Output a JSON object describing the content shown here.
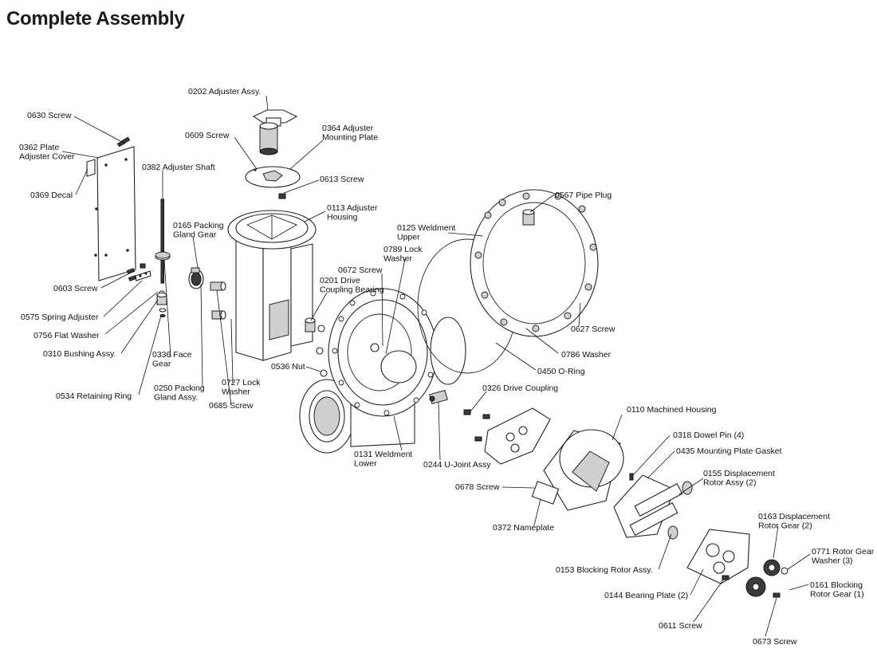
{
  "title": "Complete Assembly",
  "callouts": {
    "c0202": [
      "0202 Adjuster Assy."
    ],
    "c0630": [
      "0630 Screw"
    ],
    "c0362": [
      "0362 Plate",
      "Adjuster Cover"
    ],
    "c0609": [
      "0609 Screw"
    ],
    "c0364": [
      "0364 Adjuster",
      "Mounting Plate"
    ],
    "c0382": [
      "0382 Adjuster Shaft"
    ],
    "c0613": [
      "0613 Screw"
    ],
    "c0369": [
      "0369 Decal"
    ],
    "c0567": [
      "0567 Pipe Plug"
    ],
    "c0113": [
      "0113 Adjuster",
      "Housing"
    ],
    "c0165": [
      "0165 Packing",
      "Gland Gear"
    ],
    "c0125": [
      "0125 Weldment",
      "Upper"
    ],
    "c0789": [
      "0789 Lock",
      "Washer"
    ],
    "c0672": [
      "0672 Screw"
    ],
    "c0201": [
      "0201 Drive",
      "Coupling Bearing"
    ],
    "c0603": [
      "0603 Screw"
    ],
    "c0575": [
      "0575 Spring Adjuster"
    ],
    "c0627": [
      "0627 Screw"
    ],
    "c0756": [
      "0756 Flat Washer"
    ],
    "c0310": [
      "0310 Bushing Assy."
    ],
    "c0336": [
      "0336 Face",
      "Gear"
    ],
    "c0786": [
      "0786 Washer"
    ],
    "c0536": [
      "0536 Nut"
    ],
    "c0450": [
      "0450 O-Ring"
    ],
    "c0727": [
      "0727 Lock",
      "Washer"
    ],
    "c0250": [
      "0250 Packing",
      "Gland Assy."
    ],
    "c0685": [
      "0685 Screw"
    ],
    "c0534": [
      "0534 Retaining Ring"
    ],
    "c0326": [
      "0326 Drive Coupling"
    ],
    "c0110": [
      "0110 Machined Housing"
    ],
    "c0318": [
      "0318 Dowel Pin (4)"
    ],
    "c0131": [
      "0131 Weldment",
      "Lower"
    ],
    "c0244": [
      "0244 U-Joint Assy"
    ],
    "c0435": [
      "0435 Mounting Plate Gasket"
    ],
    "c0155": [
      "0155 Displacement",
      "Rotor Assy (2)"
    ],
    "c0678": [
      "0678 Screw"
    ],
    "c0163": [
      "0163 Displacement",
      "Rotor Gear (2)"
    ],
    "c0372": [
      "0372 Nameplate"
    ],
    "c0771": [
      "0771 Rotor Gear",
      "Washer (3)"
    ],
    "c0153": [
      "0153 Blocking Rotor Assy."
    ],
    "c0161": [
      "0161 Blocking",
      "Rotor Gear (1)"
    ],
    "c0144": [
      "0144 Bearing Plate (2)"
    ],
    "c0611": [
      "0611 Screw"
    ],
    "c0673": [
      "0673 Screw"
    ]
  }
}
